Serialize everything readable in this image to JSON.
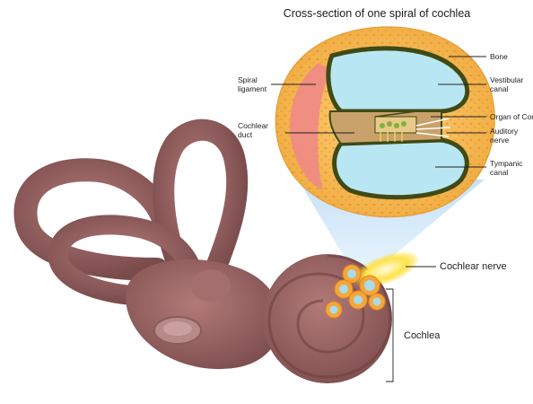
{
  "title": "Cross-section of one spiral of cochlea",
  "labels": {
    "bone": "Bone",
    "vestibular_canal_1": "Vestibular",
    "vestibular_canal_2": "canal",
    "spiral_ligament_1": "Spiral",
    "spiral_ligament_2": "ligament",
    "organ_of_corti": "Organ of Cor",
    "cochlear_duct_1": "Cochlear",
    "cochlear_duct_2": "duct",
    "auditory_nerve_1": "Auditory",
    "auditory_nerve_2": "nerve",
    "tympanic_canal_1": "Tympanic",
    "tympanic_canal_2": "canal",
    "cochlear_nerve": "Cochlear nerve",
    "cochlea": "Cochlea"
  },
  "colors": {
    "bone": "#f3b24f",
    "canal": "#b9e6f3",
    "duct_wall": "#3f4a14",
    "ear": "#9b6766",
    "zoom_cone": "#cfe6f8",
    "nerve_glow": "#ffd600"
  }
}
